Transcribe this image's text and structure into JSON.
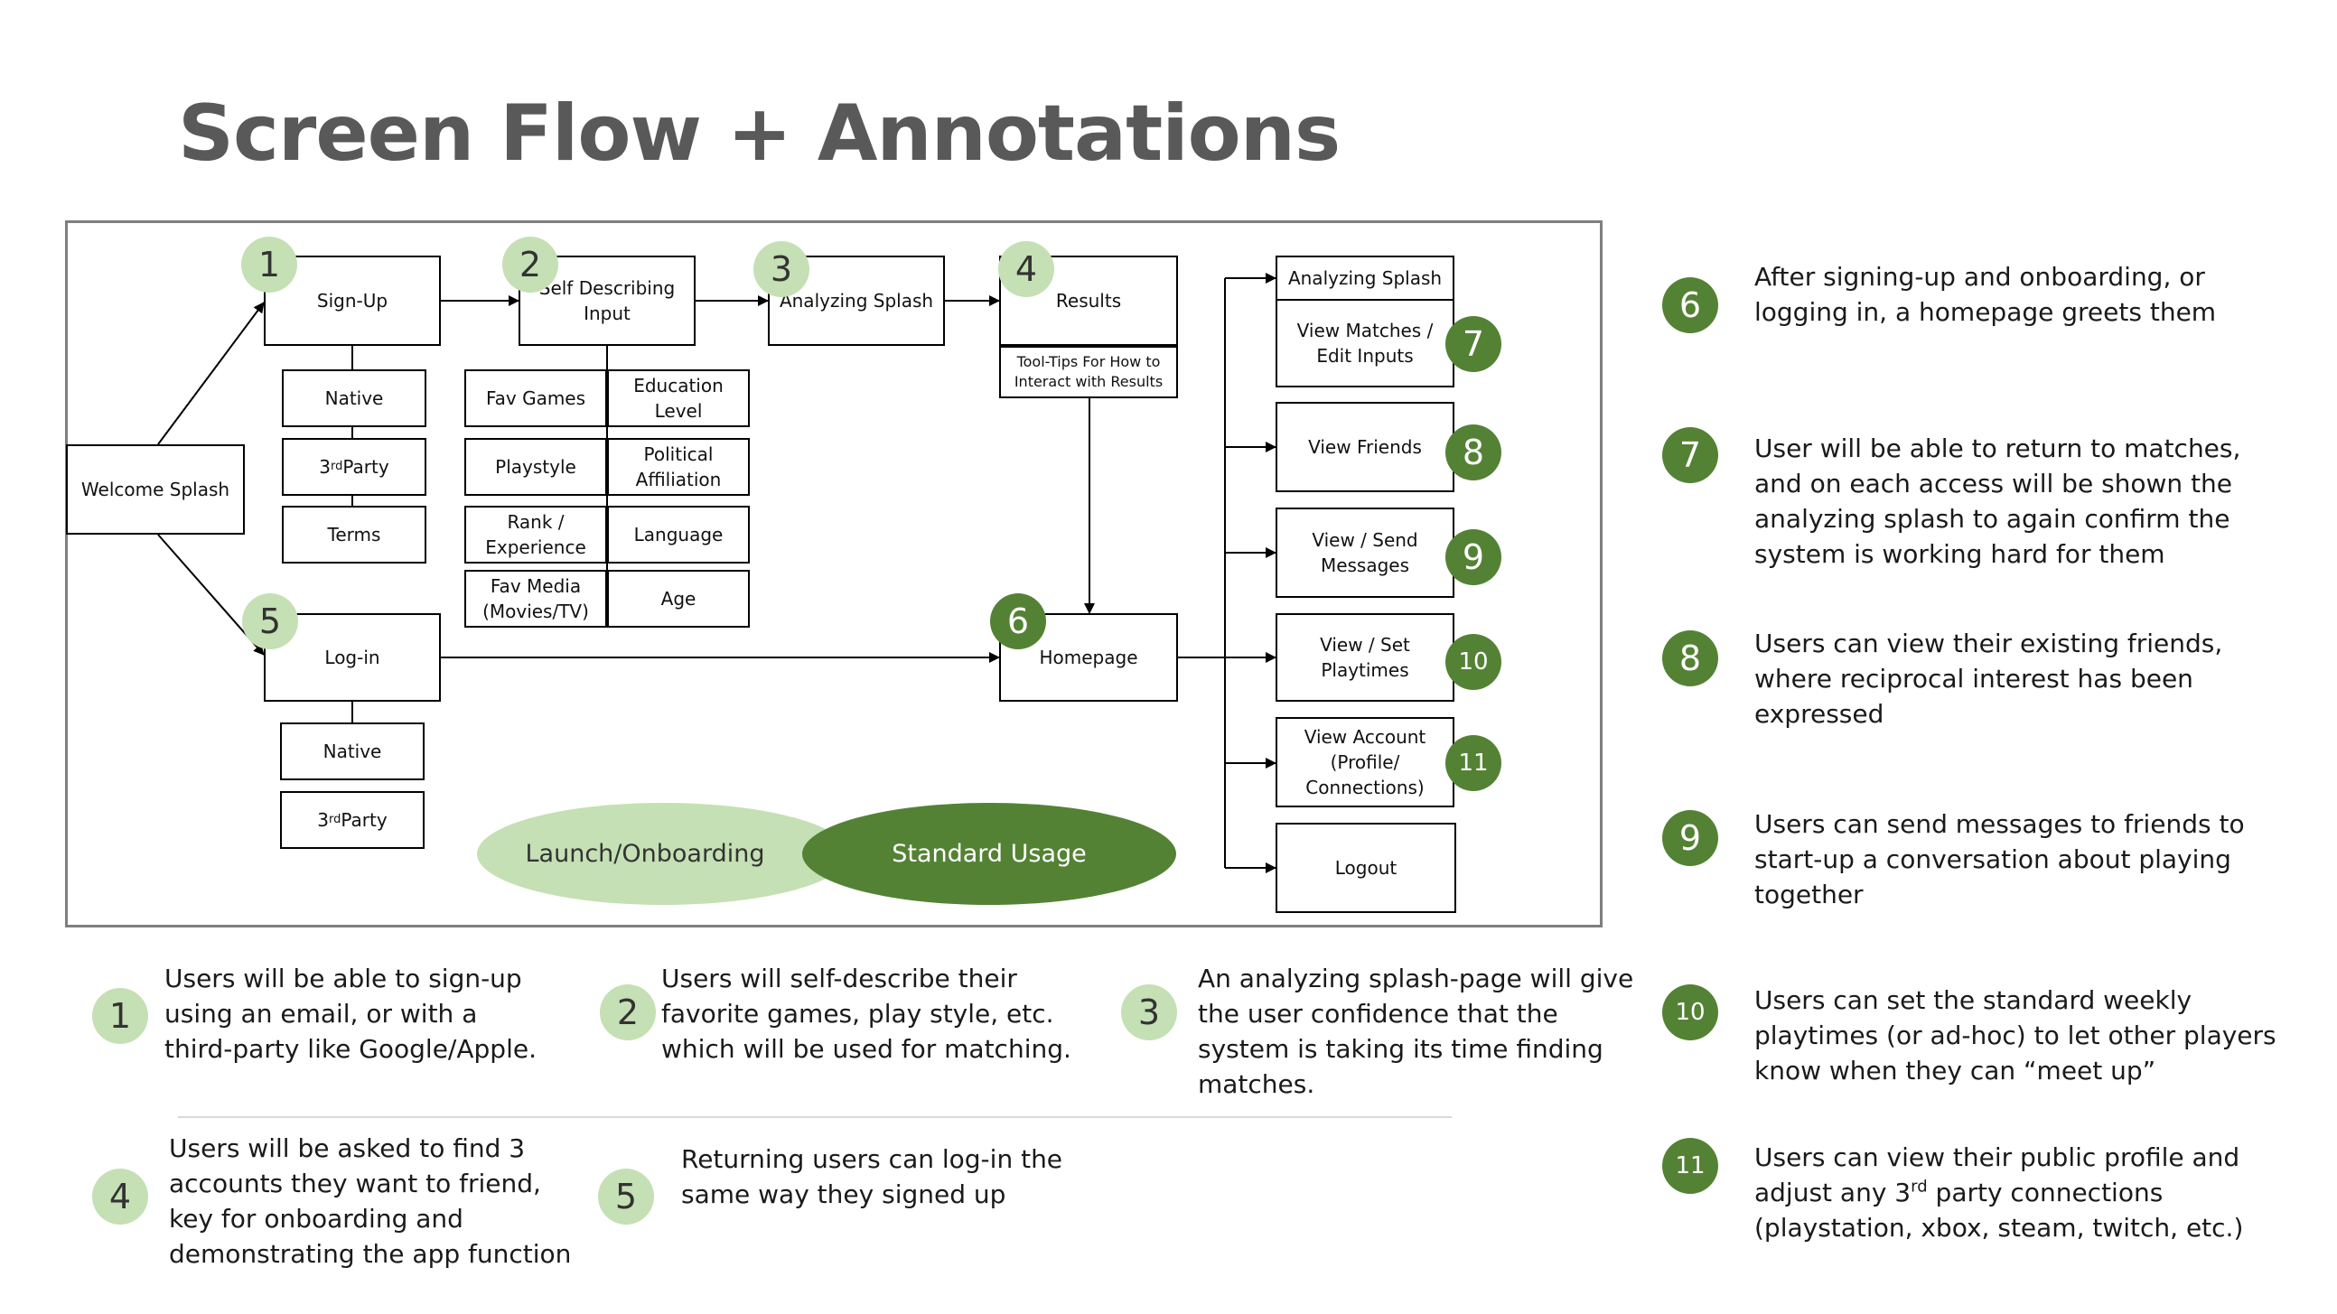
{
  "title": "Screen Flow + Annotations",
  "boxes": {
    "welcome": "Welcome Splash",
    "signup": "Sign-Up",
    "self_describing": "Self Describing\nInput",
    "analyzing_splash": "Analyzing Splash",
    "results": "Results",
    "tooltips": "Tool-Tips For How to\nInteract with Results",
    "signup_native": "Native",
    "signup_3rd": "3",
    "signup_3rd_sup": "rd",
    "signup_3rd_rest": " Party",
    "terms": "Terms",
    "fav_games": "Fav Games",
    "education": "Education\nLevel",
    "playstyle": "Playstyle",
    "political": "Political\nAffiliation",
    "rank": "Rank /\nExperience",
    "language": "Language",
    "fav_media": "Fav Media\n(Movies/TV)",
    "age": "Age",
    "login": "Log-in",
    "login_native": "Native",
    "login_3rd": "3",
    "login_3rd_sup": "rd",
    "login_3rd_rest": " Party",
    "homepage": "Homepage",
    "right_analyzing": "Analyzing Splash",
    "view_matches": "View Matches /\nEdit Inputs",
    "view_friends": "View Friends",
    "view_send_messages": "View / Send\nMessages",
    "view_set_playtimes": "View / Set\nPlaytimes",
    "view_account": "View Account\n(Profile/\nConnections)",
    "logout": "Logout"
  },
  "diagram_badges": [
    "1",
    "2",
    "3",
    "4",
    "5",
    "6",
    "7",
    "8",
    "9",
    "10",
    "11"
  ],
  "legend": {
    "launch": "Launch/Onboarding",
    "standard": "Standard Usage",
    "launch_color": "#c5e0b4",
    "standard_color": "#548235"
  },
  "bottom_notes": [
    {
      "num": "1",
      "text": "Users will be able to sign-up\nusing an email, or with a\nthird-party like Google/Apple."
    },
    {
      "num": "2",
      "text": "Users will self-describe their\nfavorite games, play style, etc.\nwhich will be used for matching."
    },
    {
      "num": "3",
      "text": "An analyzing splash-page will give\nthe user confidence that the\nsystem is taking its time finding\nmatches."
    },
    {
      "num": "4",
      "text": "Users will be asked to find 3\naccounts they want to friend,\nkey for onboarding and\ndemonstrating the app function"
    },
    {
      "num": "5",
      "text": "Returning users can log-in the\nsame way they signed up"
    }
  ],
  "right_notes": [
    {
      "num": "6",
      "text": "After signing-up and onboarding, or\nlogging in, a homepage greets them"
    },
    {
      "num": "7",
      "text": "User will be able to return to matches,\nand on each access will be shown the\nanalyzing splash to again confirm the\nsystem is working hard for them"
    },
    {
      "num": "8",
      "text": "Users can view their existing friends,\nwhere reciprocal interest has been\nexpressed"
    },
    {
      "num": "9",
      "text": "Users can send messages to friends to\nstart-up a conversation about playing\ntogether"
    },
    {
      "num": "10",
      "text": "Users can set the standard weekly\nplaytimes (or ad-hoc) to let other players\nknow when they can “meet up”"
    },
    {
      "num": "11",
      "text_before": "Users can view their public profile and\nadjust any 3",
      "text_sup": "rd",
      "text_after": " party connections\n(playstation, xbox, steam, twitch, etc.)"
    }
  ]
}
